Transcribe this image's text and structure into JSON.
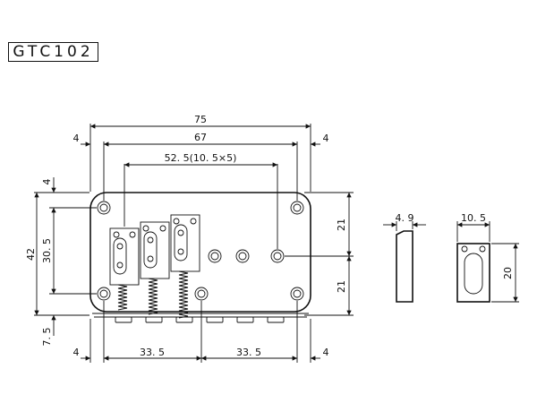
{
  "title": "GTC102",
  "dims": {
    "overall_width": "75",
    "inner_width": "67",
    "left_margin_top": "4",
    "right_margin_top": "4",
    "saddle_span": "52. 5(10. 5×5)",
    "height_total": "42",
    "height_holes": "30. 5",
    "top_offset": "4",
    "bottom_offset": "7. 5",
    "right_upper": "21",
    "right_lower": "21",
    "bottom_left_margin": "4",
    "bottom_left_half": "33. 5",
    "bottom_right_half": "33. 5",
    "bottom_right_margin": "4",
    "saddle_side_width": "4. 9",
    "saddle_front_width": "10. 5",
    "saddle_height": "20"
  }
}
